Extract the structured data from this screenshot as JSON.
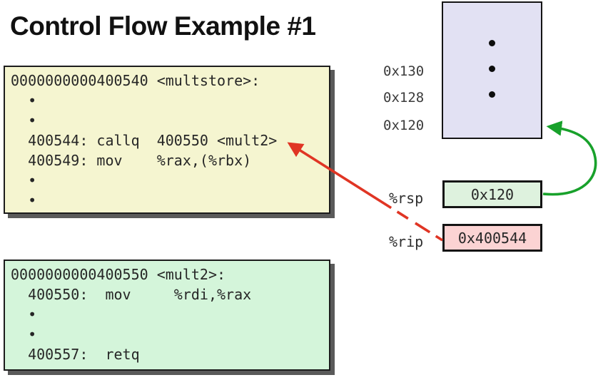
{
  "title": "Control Flow Example #1",
  "colors": {
    "multstore_box_fill": "#f5f5d0",
    "mult2_box_fill": "#d4f5da",
    "stack_fill": "#e2e1f3",
    "rsp_value_fill": "#def2de",
    "rip_value_fill": "#fbd3d3",
    "rip_arrow_red": "#e03524",
    "rsp_arrow_green": "#18a12b",
    "box_shadow_gray": "#5a5a5a"
  },
  "disassembly": {
    "multstore": {
      "lines": [
        "0000000000400540 <multstore>:",
        "  •",
        "  •",
        "  400544: callq  400550 <mult2>",
        "  400549: mov    %rax,(%rbx)",
        "  •",
        "  •"
      ]
    },
    "mult2": {
      "lines": [
        "0000000000400550 <mult2>:",
        "  400550:  mov     %rdi,%rax",
        "  •",
        "  •",
        "  400557:  retq"
      ]
    }
  },
  "stack": {
    "address_labels": [
      "0x130",
      "0x128",
      "0x120"
    ],
    "ellipsis_dot": "•"
  },
  "registers": {
    "rsp": {
      "name": "%rsp",
      "value": "0x120"
    },
    "rip": {
      "name": "%rip",
      "value": "0x400544"
    }
  }
}
